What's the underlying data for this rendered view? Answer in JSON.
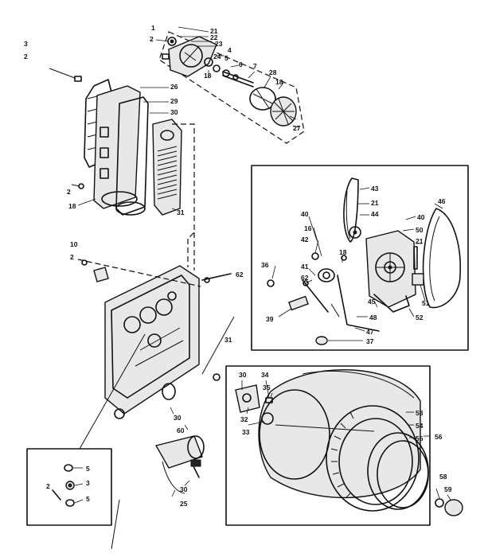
{
  "callouts": [
    {
      "id": "c1",
      "text": "1"
    },
    {
      "id": "c21a",
      "text": "21"
    },
    {
      "id": "c22",
      "text": "22"
    },
    {
      "id": "c23",
      "text": "23"
    },
    {
      "id": "c2a",
      "text": "2"
    },
    {
      "id": "c4",
      "text": "4"
    },
    {
      "id": "c24",
      "text": "24"
    },
    {
      "id": "c5",
      "text": "5"
    },
    {
      "id": "c6",
      "text": "6"
    },
    {
      "id": "c7",
      "text": "7"
    },
    {
      "id": "c18a",
      "text": "18"
    },
    {
      "id": "c28",
      "text": "28"
    },
    {
      "id": "c18b",
      "text": "18"
    },
    {
      "id": "c27",
      "text": "27"
    },
    {
      "id": "c3a",
      "text": "3"
    },
    {
      "id": "c2b",
      "text": "2"
    },
    {
      "id": "c26",
      "text": "26"
    },
    {
      "id": "c29",
      "text": "29"
    },
    {
      "id": "c30a",
      "text": "30"
    },
    {
      "id": "c2c",
      "text": "2"
    },
    {
      "id": "c18c",
      "text": "18"
    },
    {
      "id": "c31",
      "text": "31"
    },
    {
      "id": "c10",
      "text": "10"
    },
    {
      "id": "c2d",
      "text": "2"
    },
    {
      "id": "c62",
      "text": "62"
    },
    {
      "id": "c43",
      "text": "43"
    },
    {
      "id": "c21b",
      "text": "21"
    },
    {
      "id": "c44",
      "text": "44"
    },
    {
      "id": "c40a",
      "text": "40"
    },
    {
      "id": "c16",
      "text": "16"
    },
    {
      "id": "c42",
      "text": "42"
    },
    {
      "id": "c41",
      "text": "41"
    },
    {
      "id": "c36",
      "text": "36"
    },
    {
      "id": "c62b",
      "text": "62"
    },
    {
      "id": "c18d",
      "text": "18"
    },
    {
      "id": "c46",
      "text": "46"
    },
    {
      "id": "c40b",
      "text": "40"
    },
    {
      "id": "c50",
      "text": "50"
    },
    {
      "id": "c21c",
      "text": "21"
    },
    {
      "id": "c45",
      "text": "45"
    },
    {
      "id": "c51",
      "text": "51"
    },
    {
      "id": "c52",
      "text": "52"
    },
    {
      "id": "c39",
      "text": "39"
    },
    {
      "id": "c48",
      "text": "48"
    },
    {
      "id": "c47",
      "text": "47"
    },
    {
      "id": "c37",
      "text": "37"
    },
    {
      "id": "c31b",
      "text": "31"
    },
    {
      "id": "c30b",
      "text": "30"
    },
    {
      "id": "c34",
      "text": "34"
    },
    {
      "id": "c35",
      "text": "35"
    },
    {
      "id": "c32",
      "text": "32"
    },
    {
      "id": "c33",
      "text": "33"
    },
    {
      "id": "c53",
      "text": "53"
    },
    {
      "id": "c54",
      "text": "54"
    },
    {
      "id": "c55",
      "text": "55"
    },
    {
      "id": "c56",
      "text": "56"
    },
    {
      "id": "c30c",
      "text": "30"
    },
    {
      "id": "c60",
      "text": "60"
    },
    {
      "id": "c5b",
      "text": "5"
    },
    {
      "id": "c3b",
      "text": "3"
    },
    {
      "id": "c5c",
      "text": "5"
    },
    {
      "id": "c2e",
      "text": "2"
    },
    {
      "id": "c30d",
      "text": "30"
    },
    {
      "id": "c25",
      "text": "25"
    },
    {
      "id": "c58",
      "text": "58"
    },
    {
      "id": "c59",
      "text": "59"
    }
  ]
}
